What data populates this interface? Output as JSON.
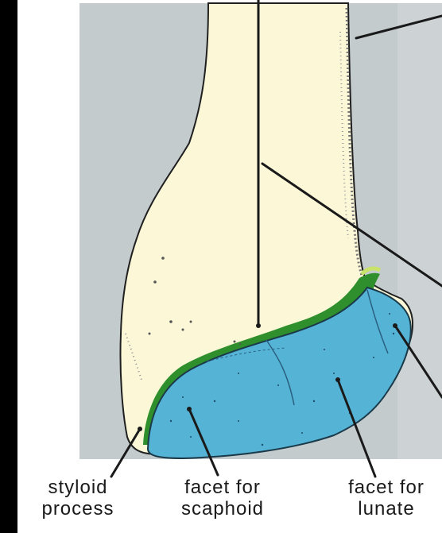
{
  "labels": {
    "styloid": {
      "line1": "styloid",
      "line2": "process"
    },
    "scaphoid": {
      "line1": "facet for",
      "line2": "scaphoid"
    },
    "lunate": {
      "line1": "facet for",
      "line2": "lunate"
    }
  },
  "colors": {
    "background": "#ffffff",
    "frame": "#000000",
    "panel": "#c4cbcd",
    "bone": "#fbf7d7",
    "cartilage_facet": "#55b3d6",
    "cartilage_rim": "#2f8f2c",
    "leader_line": "#1a1a1a"
  }
}
